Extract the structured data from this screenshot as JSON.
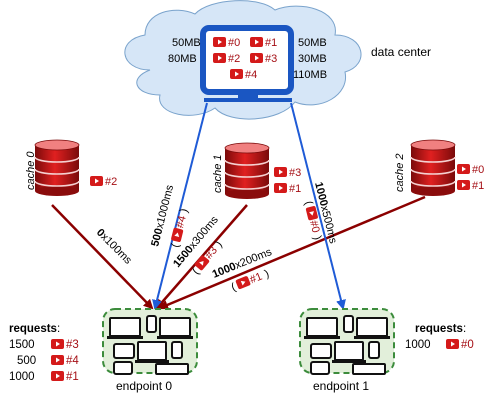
{
  "data_center": {
    "label": "data center",
    "sizes_left": [
      "50MB",
      "80MB"
    ],
    "sizes_right": [
      "50MB",
      "30MB",
      "110MB"
    ],
    "videos": [
      "#0",
      "#1",
      "#2",
      "#3",
      "#4"
    ]
  },
  "caches": [
    {
      "label": "cache 0",
      "videos": [
        "#2"
      ]
    },
    {
      "label": "cache 1",
      "videos": [
        "#3",
        "#1"
      ]
    },
    {
      "label": "cache 2",
      "videos": [
        "#0",
        "#1"
      ]
    }
  ],
  "links": {
    "cache0_ep0": {
      "bold": "0",
      "rest": "x100ms"
    },
    "dc_ep0": {
      "bold": "500",
      "rest": "x1000ms",
      "video": "#4"
    },
    "cache1_ep0": {
      "bold": "1500",
      "rest": "x300ms",
      "video": "#3"
    },
    "cache2_ep0": {
      "bold": "1000",
      "rest": "x200ms",
      "video": "#1"
    },
    "dc_ep1": {
      "bold": "1000",
      "rest": "x500ms",
      "video": "#0"
    }
  },
  "endpoints": [
    {
      "label": "endpoint 0"
    },
    {
      "label": "endpoint 1"
    }
  ],
  "requests_ep0": {
    "title": "requests",
    "colon": ":",
    "rows": [
      {
        "count": "1500",
        "video": "#3"
      },
      {
        "count": "500",
        "video": "#4"
      },
      {
        "count": "1000",
        "video": "#1"
      }
    ]
  },
  "requests_ep1": {
    "title": "requests",
    "colon": ":",
    "rows": [
      {
        "count": "1000",
        "video": "#0"
      }
    ]
  },
  "colors": {
    "video_red": "#a50f15",
    "request_link": "#8b0000",
    "datacenter_link": "#1f5bd6",
    "cloud_fill": "#d6e6f7",
    "endpoint_fill": "#e2efda",
    "endpoint_border": "#3c8c3c"
  }
}
